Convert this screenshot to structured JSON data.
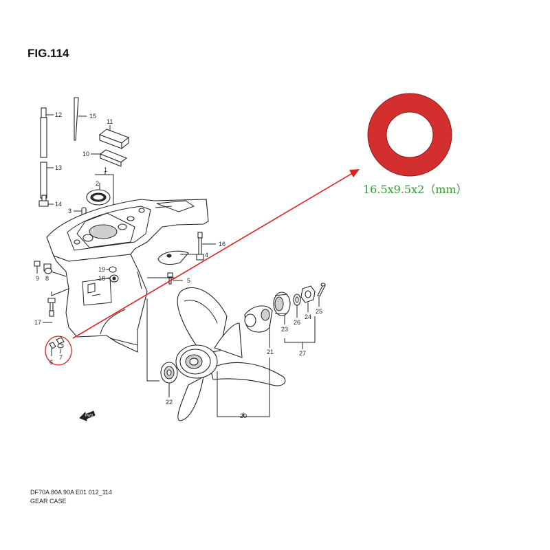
{
  "figure": {
    "title": "FIG.114",
    "caption_line1": "DF70A 80A 90A E01 012_114",
    "caption_line2": "GEAR CASE",
    "fwd_label": "FWD"
  },
  "washer": {
    "dimension_label": "16.5x9.5x2（mm）",
    "color": "#d32f2f",
    "label_color": "#2e9e2e"
  },
  "highlight": {
    "color": "#e02020",
    "target_part": "7"
  },
  "callouts": {
    "c1": "1",
    "c2": "2",
    "c3": "3",
    "c4": "4",
    "c5": "5",
    "c6": "6",
    "c7": "7",
    "c8": "8",
    "c9": "9",
    "c10": "10",
    "c11": "11",
    "c12": "12",
    "c13": "13",
    "c14": "14",
    "c15": "15",
    "c16": "16",
    "c17": "17",
    "c18": "18",
    "c19": "19",
    "c20": "20",
    "c21": "21",
    "c22": "22",
    "c23": "23",
    "c24": "24",
    "c25": "25",
    "c26": "26",
    "c27": "27"
  }
}
